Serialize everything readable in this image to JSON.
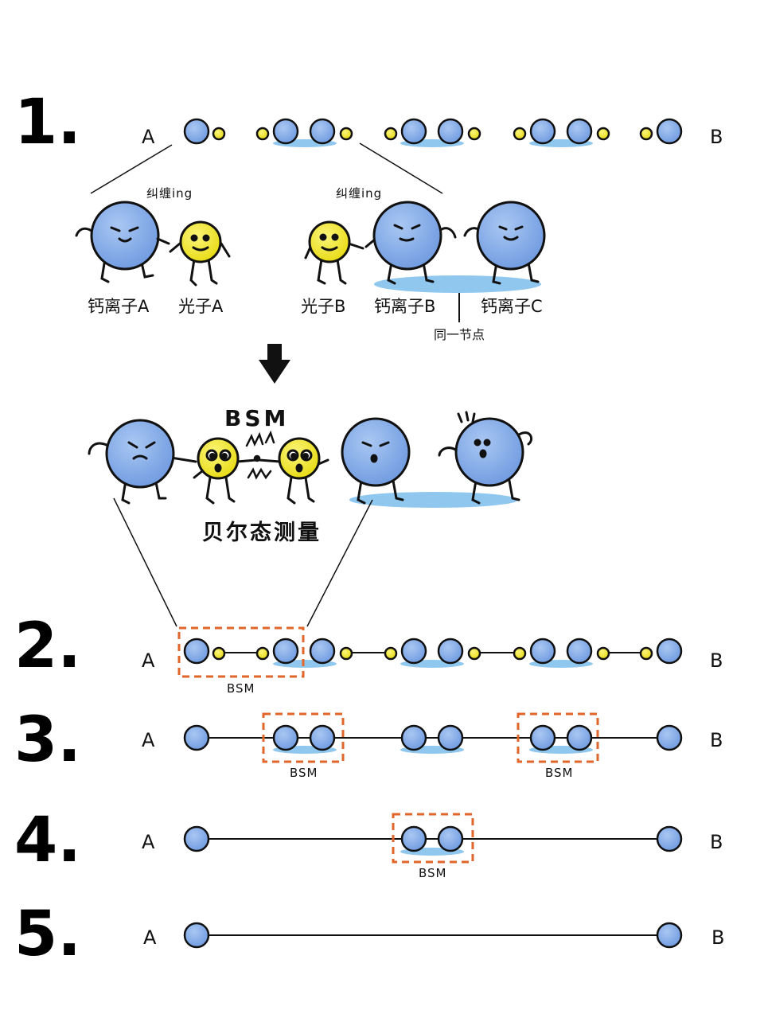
{
  "colors": {
    "ion": "#7ea7e6",
    "ion_dark": "#5e88cc",
    "photon": "#f2ea2c",
    "node_pad": "#8fc7ef",
    "bsm_box": "#e0662a",
    "line": "#111111"
  },
  "labels": {
    "node_a": "A",
    "node_b": "B",
    "step1": "1.",
    "step2": "2.",
    "step3": "3.",
    "step4": "4.",
    "step5": "5.",
    "entangling_1": "纠缠ing",
    "entangling_2": "纠缠ing",
    "calcium_ion_a": "钙离子A",
    "photon_a": "光子A",
    "photon_b": "光子B",
    "calcium_ion_b": "钙离子B",
    "calcium_ion_c": "钙离子C",
    "same_node": "同一节点",
    "bsm_title": "BSM",
    "bell_measurement": "贝尔态测量",
    "bsm_step2": "BSM",
    "bsm_step3_left": "BSM",
    "bsm_step3_right": "BSM",
    "bsm_step4": "BSM"
  },
  "icons": {
    "arrow": "down-arrow-icon",
    "ion": "calcium-ion-icon",
    "photon": "photon-icon"
  }
}
